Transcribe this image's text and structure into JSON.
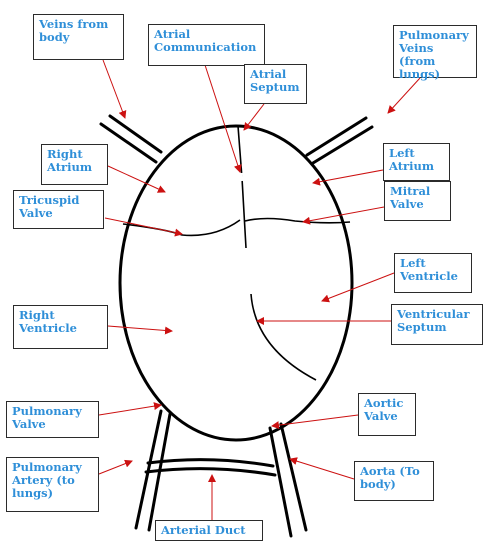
{
  "labels": {
    "veins_from_body": "Veins from\nbody",
    "atrial_communication": "Atrial\nCommunication",
    "atrial_septum": "Atrial\nSeptum",
    "pulmonary_veins": "Pulmonary\nVeins (from\nlungs)",
    "right_atrium": "Right\nAtrium",
    "left_atrium": "Left\nAtrium",
    "tricuspid_valve": "Tricuspid\nValve",
    "mitral_valve": "Mitral\nValve",
    "left_ventricle": "Left\nVentricle",
    "right_ventricle": "Right\nVentricle",
    "ventricular_septum": "Ventricular\nSeptum",
    "pulmonary_valve": "Pulmonary\nValve",
    "aortic_valve": "Aortic\nValve",
    "pulmonary_artery": "Pulmonary\nArtery (to\nlungs)",
    "aorta": "Aorta (To\nbody)",
    "arterial_duct": "Arterial Duct"
  },
  "colors": {
    "label_text": "#2f8fd8",
    "arrow": "#cc1111",
    "outline": "#000000"
  }
}
